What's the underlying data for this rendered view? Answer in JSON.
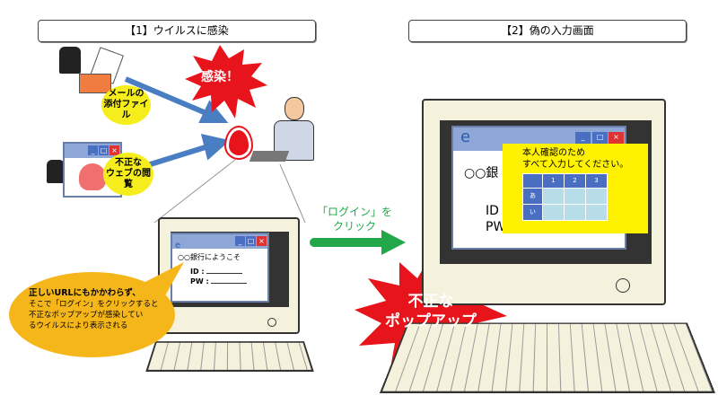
{
  "section1": {
    "title": "【1】ウイルスに感染"
  },
  "section2": {
    "title": "【2】偽の入力画面"
  },
  "infection_burst": "感染！",
  "sources": [
    {
      "label_line1": "メールの",
      "label_line2": "添付ファイル"
    },
    {
      "label_line1": "不正な",
      "label_line2": "ウェブの閲覧"
    }
  ],
  "bank_window": {
    "greeting": "○○銀行にようこそ",
    "greeting_short": "○○銀",
    "id_label": "ID",
    "pw_label": "PW",
    "id_short": "ID",
    "pw_short": "PW",
    "sep": ":"
  },
  "callout": {
    "line1": "正しいURLにもかかわらず、",
    "line2": "そこで「ログイン」をクリックすると",
    "line3": "不正なポップアップが感染してい",
    "line4": "るウイルスにより表示される"
  },
  "action": {
    "line1": "「ログイン」を",
    "line2": "クリック"
  },
  "popup": {
    "line1": "本人確認のため",
    "line2": "すべて入力してください。",
    "columns": [
      "1",
      "2",
      "3"
    ],
    "rows": [
      "あ",
      "い"
    ]
  },
  "popup_burst": {
    "line1": "不正な",
    "line2": "ポップアップ"
  },
  "colors": {
    "arrow": "#4a7ec2",
    "green": "#22a84a",
    "burst": "#e8141b",
    "popup": "#fff200",
    "callout": "#f5b61a"
  }
}
